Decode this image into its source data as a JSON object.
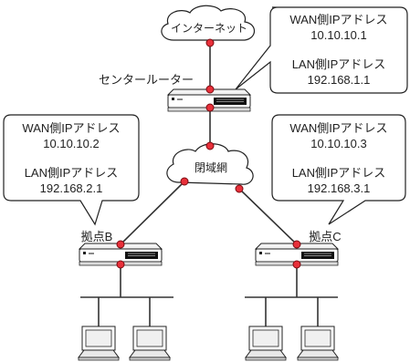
{
  "internet": {
    "label": "インターネット"
  },
  "wan_network": {
    "label": "閉域網"
  },
  "center": {
    "name": "センタールーター",
    "wan_label": "WAN側IPアドレス",
    "wan_ip": "10.10.10.1",
    "lan_label": "LAN側IPアドレス",
    "lan_ip": "192.168.1.1"
  },
  "site_b": {
    "name": "拠点B",
    "wan_label": "WAN側IPアドレス",
    "wan_ip": "10.10.10.2",
    "lan_label": "LAN側IPアドレス",
    "lan_ip": "192.168.2.1"
  },
  "site_c": {
    "name": "拠点C",
    "wan_label": "WAN側IPアドレス",
    "wan_ip": "10.10.10.3",
    "lan_label": "LAN側IPアドレス",
    "lan_ip": "192.168.3.1"
  },
  "colors": {
    "port": "#e8303a",
    "line": "#333333",
    "router_body": "#ffffff",
    "router_panel": "#1a1a1a"
  }
}
